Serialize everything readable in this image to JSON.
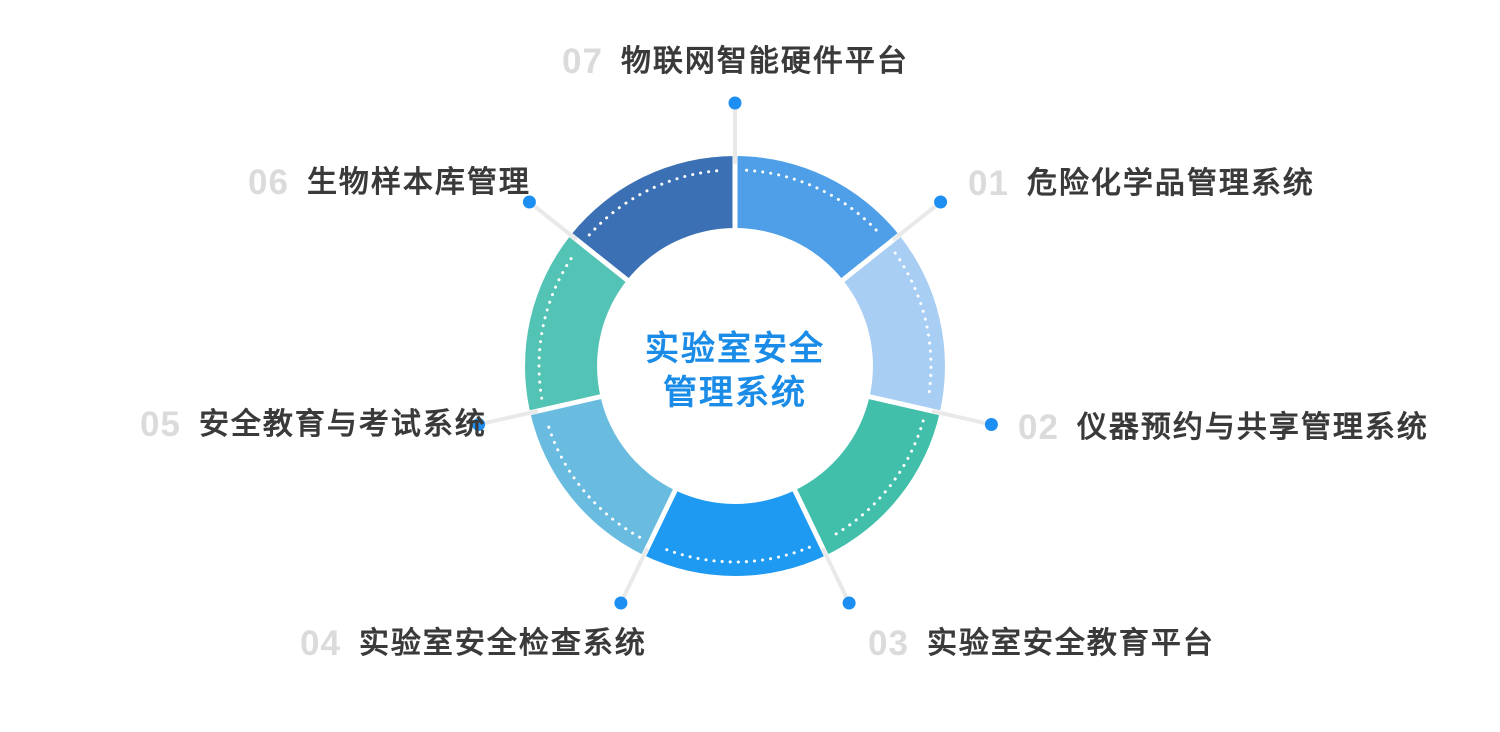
{
  "center": {
    "line1": "实验室安全",
    "line2": "管理系统"
  },
  "diagram": {
    "items": [
      {
        "number": "07",
        "label": "物联网智能硬件平台"
      },
      {
        "number": "01",
        "label": "危险化学品管理系统"
      },
      {
        "number": "02",
        "label": "仪器预约与共享管理系统"
      },
      {
        "number": "03",
        "label": "实验室安全教育平台"
      },
      {
        "number": "04",
        "label": "实验室安全检查系统"
      },
      {
        "number": "05",
        "label": "安全教育与考试系统"
      },
      {
        "number": "06",
        "label": "生物样本库管理"
      }
    ],
    "segment_colors": [
      "#4F9FE8",
      "#A9CEF4",
      "#41BFAB",
      "#1E9AF2",
      "#69BCE0",
      "#52C3B4",
      "#3C70B5"
    ],
    "colors": {
      "dot": "#1E8FF2",
      "connector": "#E9E9E9",
      "number": "#DBDBDB",
      "label": "#3A3A3A",
      "title": "#1A8CE8",
      "gap": "#FFFFFF",
      "dotted_ring": "#FFFFFF"
    }
  }
}
